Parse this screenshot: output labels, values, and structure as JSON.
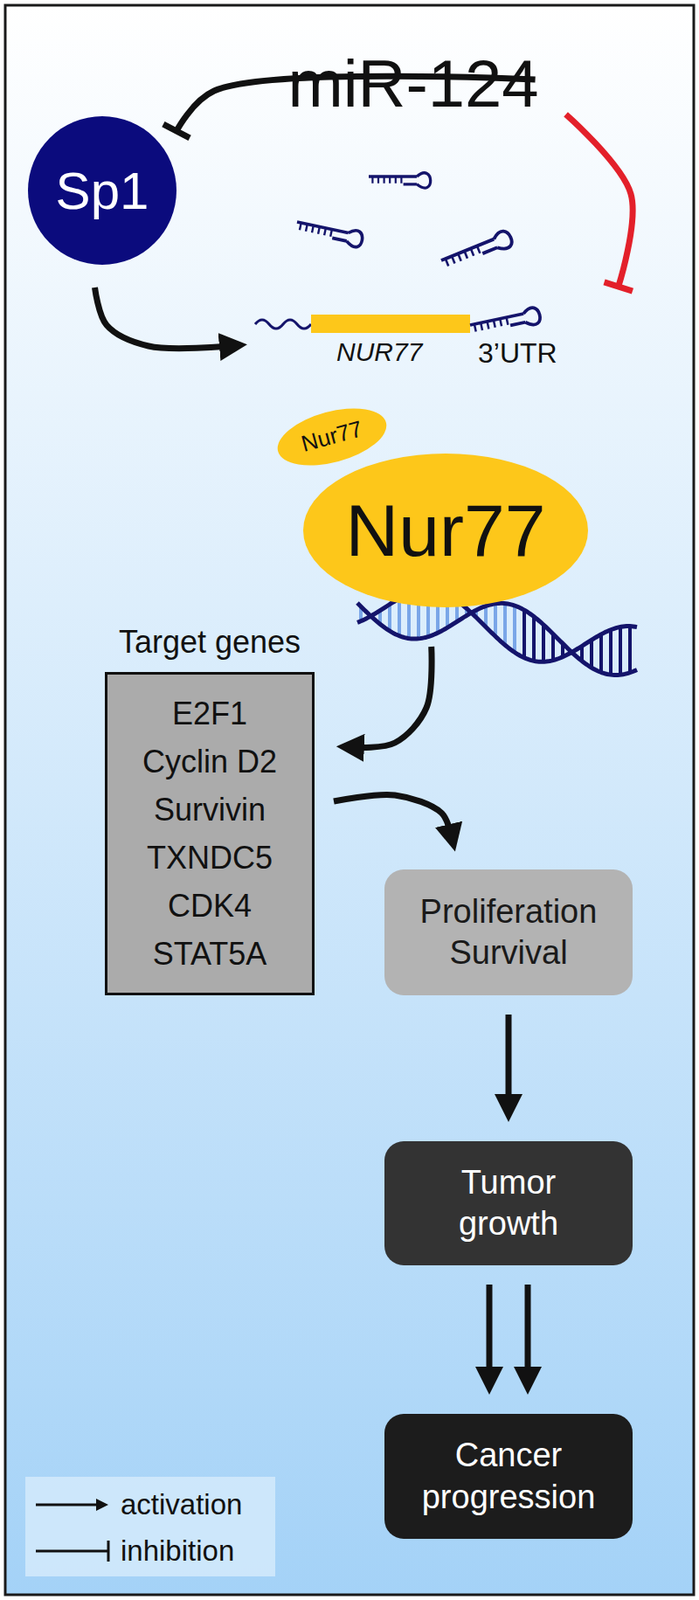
{
  "diagram": {
    "nodes": [
      {
        "text": [
          "miR-124"
        ]
      },
      {
        "text": [
          "Sp1"
        ]
      },
      {
        "text": [
          "NUR77",
          "3’UTR"
        ]
      },
      {
        "text": [
          "Nur77"
        ]
      },
      {
        "text": [
          "Nur77"
        ]
      },
      {
        "text": [
          "Target genes",
          "E2F1",
          "Cyclin D2",
          "Survivin",
          "TXNDC5",
          "CDK4",
          "STAT5A"
        ]
      },
      {
        "text": [
          "Proliferation Survival"
        ]
      },
      {
        "text": [
          "Tumor growth"
        ]
      },
      {
        "text": [
          "Cancer progression"
        ]
      }
    ],
    "edges": [
      {
        "from": 0,
        "to": 1,
        "arrow": "to"
      },
      {
        "from": 1,
        "to": 2,
        "arrow": "to"
      },
      {
        "from": 0,
        "to": 2,
        "arrow": "to"
      },
      {
        "from": 4,
        "to": 5,
        "arrow": "to"
      },
      {
        "from": 5,
        "to": 6,
        "arrow": "to"
      },
      {
        "from": 6,
        "to": 7,
        "arrow": "to"
      },
      {
        "from": 7,
        "to": 8,
        "arrow": "to"
      }
    ],
    "legend": [
      {
        "text": "activation"
      },
      {
        "text": "inhibition"
      }
    ]
  }
}
